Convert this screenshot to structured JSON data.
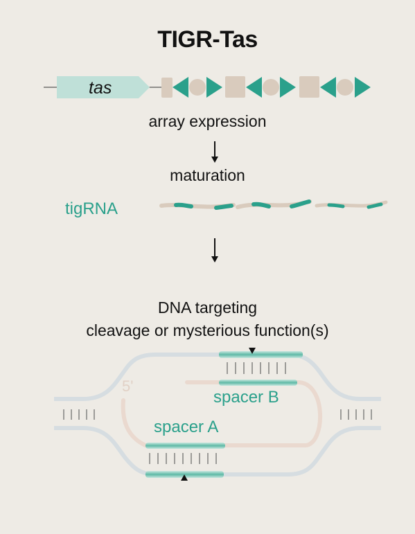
{
  "title": "TIGR-Tas",
  "gene_label": "tas",
  "steps": {
    "expression": "array expression",
    "maturation": "maturation"
  },
  "tigrna_label": "tigRNA",
  "targeting": {
    "line1": "DNA targeting",
    "line2": "cleavage or mysterious function(s)"
  },
  "mechanism": {
    "five_prime": "5'",
    "spacer_a": "spacer A",
    "spacer_b": "spacer B"
  },
  "colors": {
    "background": "#eeebe5",
    "teal": "#2aa08b",
    "gene_fill": "#bfe0d8",
    "repeat_beige": "#d9cbbd",
    "dna_strand": "#d6dde1",
    "rna_strand": "#ead9cf",
    "text": "#111111"
  }
}
